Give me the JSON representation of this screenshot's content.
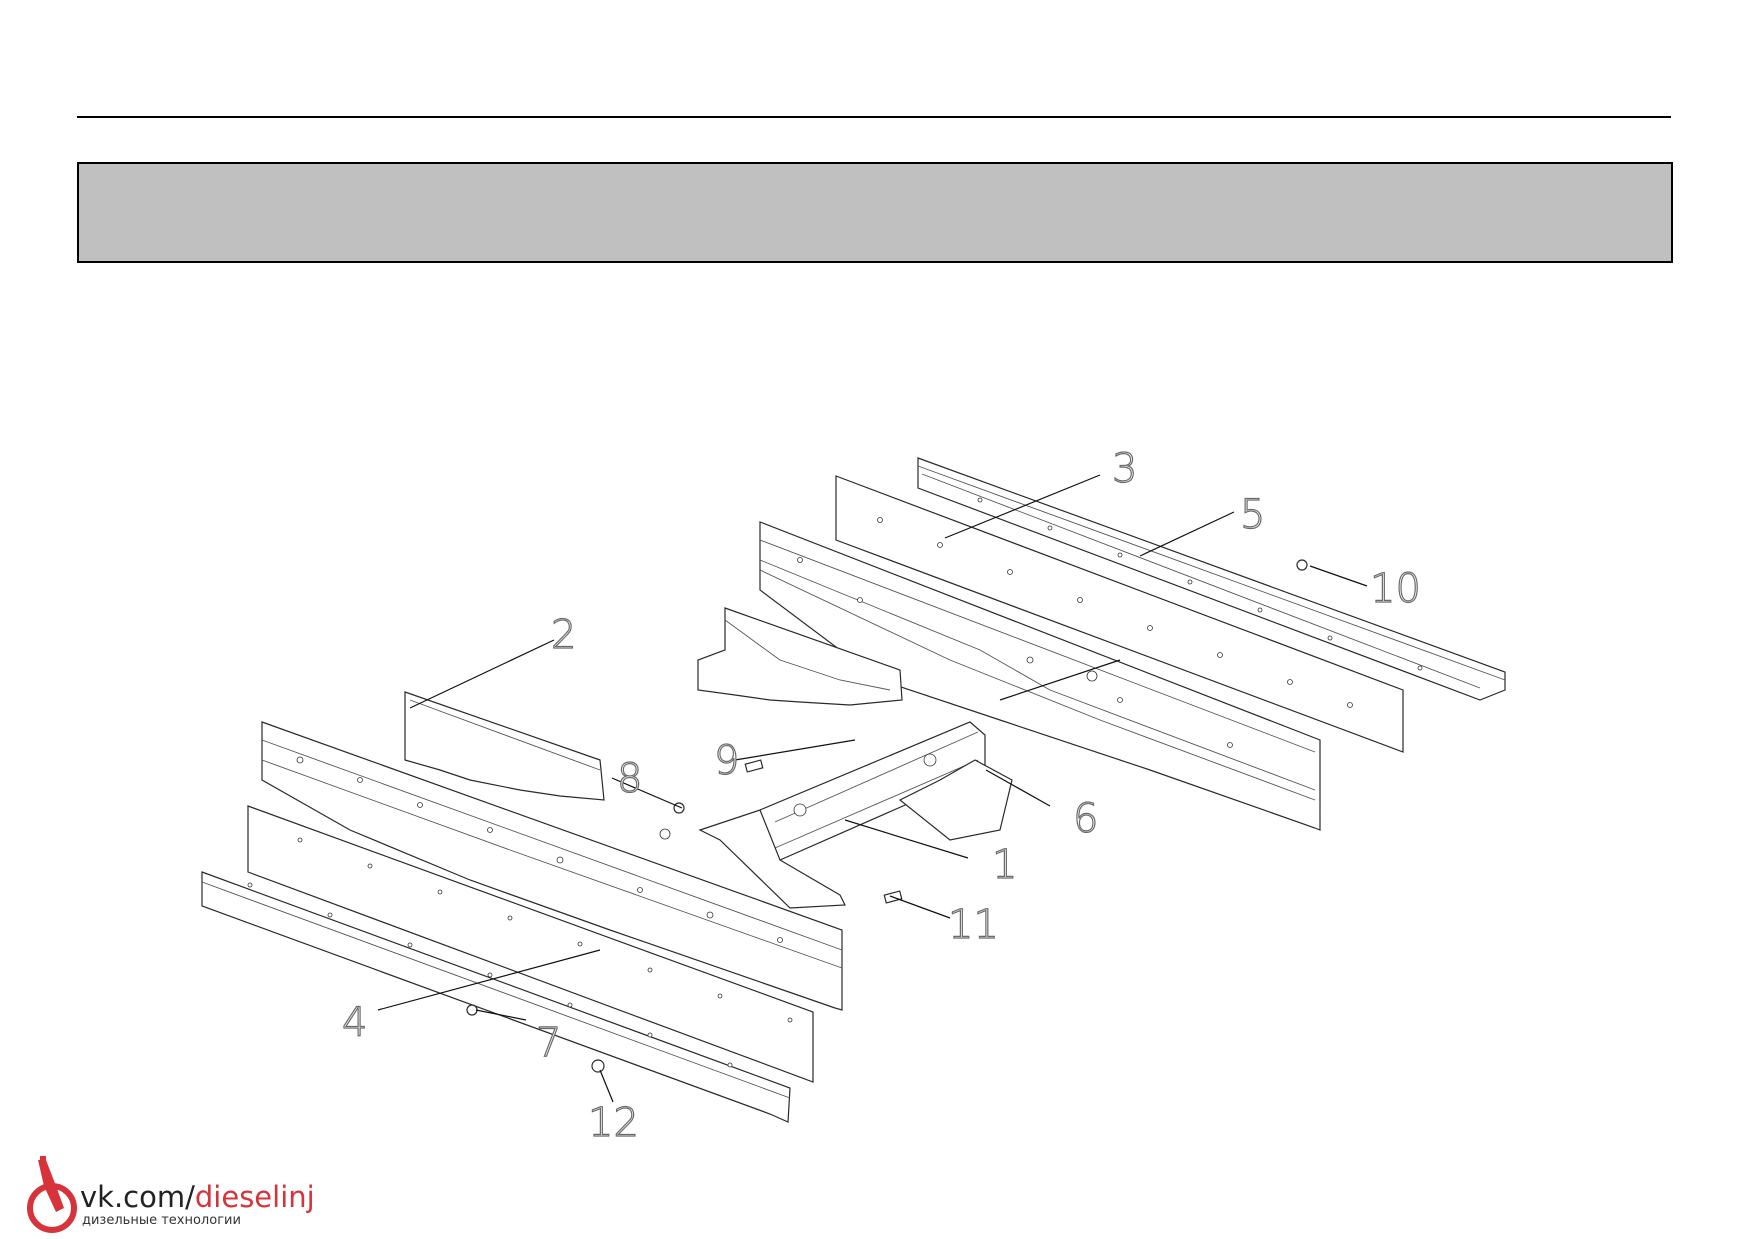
{
  "callouts": [
    {
      "id": "1",
      "label": "1"
    },
    {
      "id": "2",
      "label": "2"
    },
    {
      "id": "3",
      "label": "3"
    },
    {
      "id": "4",
      "label": "4"
    },
    {
      "id": "5",
      "label": "5"
    },
    {
      "id": "6",
      "label": "6"
    },
    {
      "id": "7",
      "label": "7"
    },
    {
      "id": "8",
      "label": "8"
    },
    {
      "id": "9",
      "label": "9"
    },
    {
      "id": "10",
      "label": "10"
    },
    {
      "id": "11",
      "label": "11"
    },
    {
      "id": "12",
      "label": "12"
    }
  ],
  "watermark": {
    "url_prefix": "vk.com/",
    "url_accent": "dieselinj",
    "subtitle": "дизельные технологии",
    "accent_color": "#d6343a"
  }
}
